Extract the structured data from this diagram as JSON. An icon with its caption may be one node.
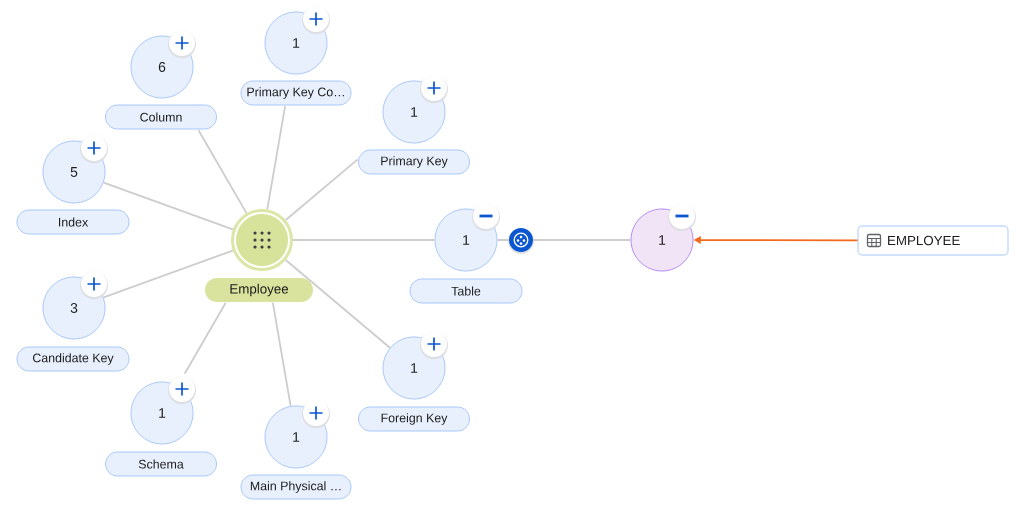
{
  "diagram": {
    "nodes": [
      {
        "text": [
          "1",
          "Primary Key Co…"
        ]
      },
      {
        "text": [
          "6",
          "Column"
        ]
      },
      {
        "text": [
          "1",
          "Primary Key"
        ]
      },
      {
        "text": [
          "5",
          "Index"
        ]
      },
      {
        "text": [
          "Employee"
        ]
      },
      {
        "text": [
          "1",
          "Table"
        ]
      },
      {
        "text": [
          "1"
        ]
      },
      {
        "text": [
          "EMPLOYEE"
        ]
      },
      {
        "text": [
          "3",
          "Candidate Key"
        ]
      },
      {
        "text": [
          "1",
          "Foreign Key"
        ]
      },
      {
        "text": [
          "1",
          "Schema"
        ]
      },
      {
        "text": [
          "1",
          "Main Physical …"
        ]
      }
    ],
    "edges": [
      {
        "from": 4,
        "to": 0,
        "arrow": "none"
      },
      {
        "from": 4,
        "to": 1,
        "arrow": "none"
      },
      {
        "from": 4,
        "to": 2,
        "arrow": "none"
      },
      {
        "from": 4,
        "to": 3,
        "arrow": "none"
      },
      {
        "from": 4,
        "to": 5,
        "arrow": "none"
      },
      {
        "from": 4,
        "to": 8,
        "arrow": "none"
      },
      {
        "from": 4,
        "to": 9,
        "arrow": "none"
      },
      {
        "from": 4,
        "to": 10,
        "arrow": "none"
      },
      {
        "from": 4,
        "to": 11,
        "arrow": "none"
      },
      {
        "from": 5,
        "to": 6,
        "arrow": "none"
      },
      {
        "from": 7,
        "to": 6,
        "arrow": "to",
        "color": "#f26b1d"
      }
    ]
  }
}
